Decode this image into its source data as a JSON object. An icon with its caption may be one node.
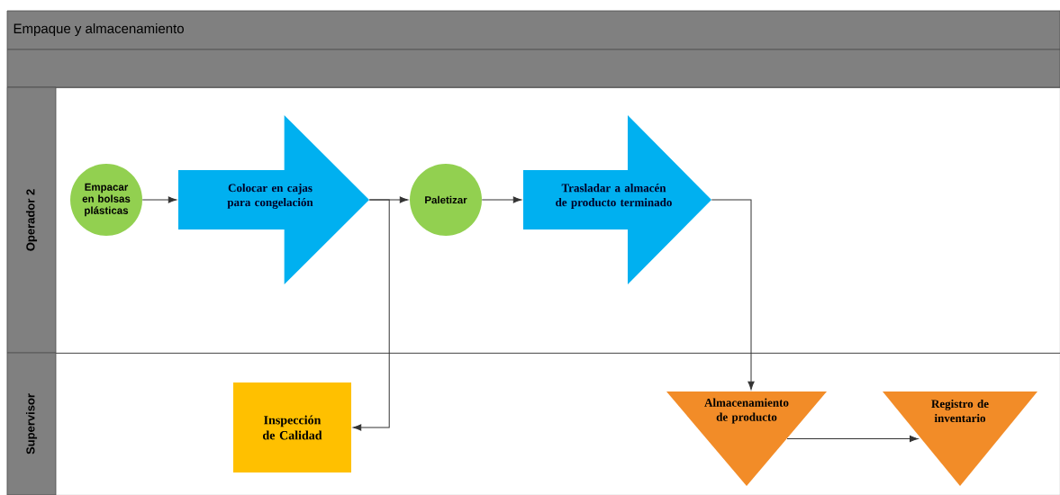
{
  "diagram": {
    "title": "Empaque y almacenamiento",
    "nodes": [
      {
        "text": [
          "Operador 2"
        ]
      },
      {
        "text": [
          "Empacar en bolsas plásticas"
        ],
        "in": 0
      },
      {
        "text": [
          "Colocar en cajas para congelación"
        ],
        "in": 0
      },
      {
        "text": [
          "Paletizar"
        ],
        "in": 0
      },
      {
        "text": [
          "Trasladar a almacén de producto terminado"
        ],
        "in": 0
      },
      {
        "text": [
          "Supervisor"
        ]
      },
      {
        "text": [
          "Inspección de Calidad"
        ],
        "in": 5
      },
      {
        "text": [
          "Almacenamiento de producto"
        ],
        "in": 5
      },
      {
        "text": [
          "Registro de inventario"
        ],
        "in": 5
      }
    ],
    "edges": [
      {
        "from": 1,
        "to": 2,
        "arrow": "to"
      },
      {
        "from": 2,
        "to": 3,
        "arrow": "to"
      },
      {
        "from": 2,
        "to": 6,
        "arrow": "to"
      },
      {
        "from": 3,
        "to": 4,
        "arrow": "to"
      },
      {
        "from": 4,
        "to": 7,
        "arrow": "to"
      },
      {
        "from": 7,
        "to": 8,
        "arrow": "to"
      }
    ]
  }
}
